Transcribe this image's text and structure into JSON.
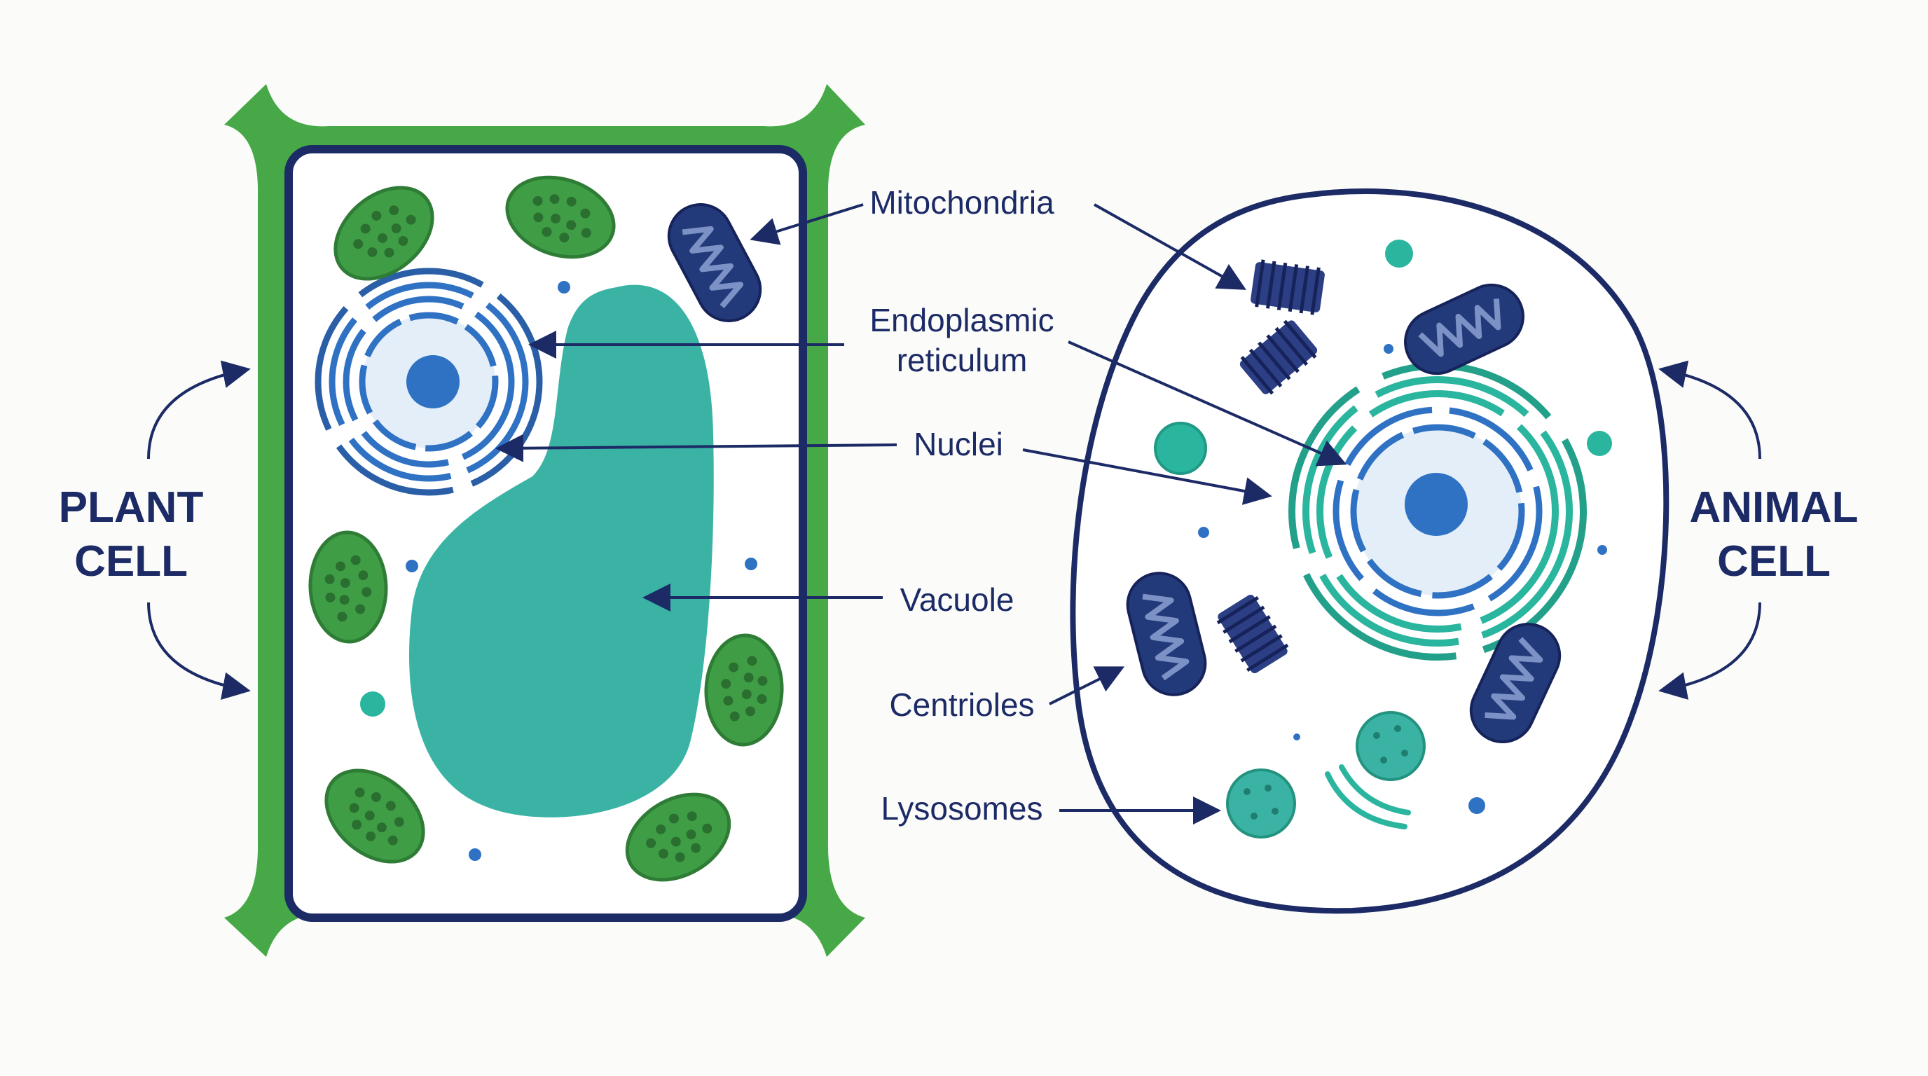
{
  "plant": {
    "title_line1": "PLANT",
    "title_line2": "CELL"
  },
  "animal": {
    "title_line1": "ANIMAL",
    "title_line2": "CELL"
  },
  "labels": {
    "mitochondria": "Mitochondria",
    "er_line1": "Endoplasmic",
    "er_line2": "reticulum",
    "nuclei": "Nuclei",
    "vacuole": "Vacuole",
    "centrioles": "Centrioles",
    "lysosomes": "Lysosomes"
  },
  "colors": {
    "navy": "#1c2a66",
    "cell_wall_green": "#46a847",
    "chloroplast_green": "#3f9e45",
    "vacuole_teal": "#3ab3a5",
    "nucleus_blue": "#2f72c4",
    "nucleus_fill": "#e3eef8",
    "teal_accent": "#2ab59e",
    "background": "#fbfcfa"
  }
}
